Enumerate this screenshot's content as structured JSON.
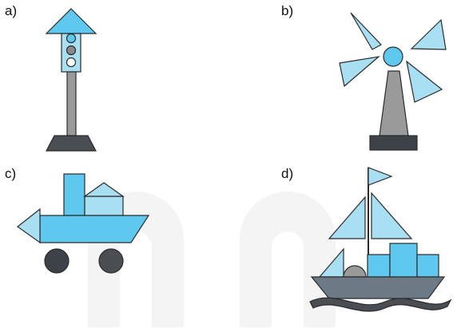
{
  "panels": [
    {
      "id": "a",
      "label": "a)",
      "subject": "traffic-light"
    },
    {
      "id": "b",
      "label": "b)",
      "subject": "windmill"
    },
    {
      "id": "c",
      "label": "c)",
      "subject": "car-boat"
    },
    {
      "id": "d",
      "label": "d)",
      "subject": "sailboat"
    }
  ],
  "colors": {
    "light_blue": "#a8dff3",
    "sky_blue": "#5ec8ee",
    "gray": "#9a9a9a",
    "dark_gray": "#4a4d52",
    "dark_slate": "#3c4248",
    "slate": "#6c7a86",
    "outline": "#2b2b2b"
  }
}
